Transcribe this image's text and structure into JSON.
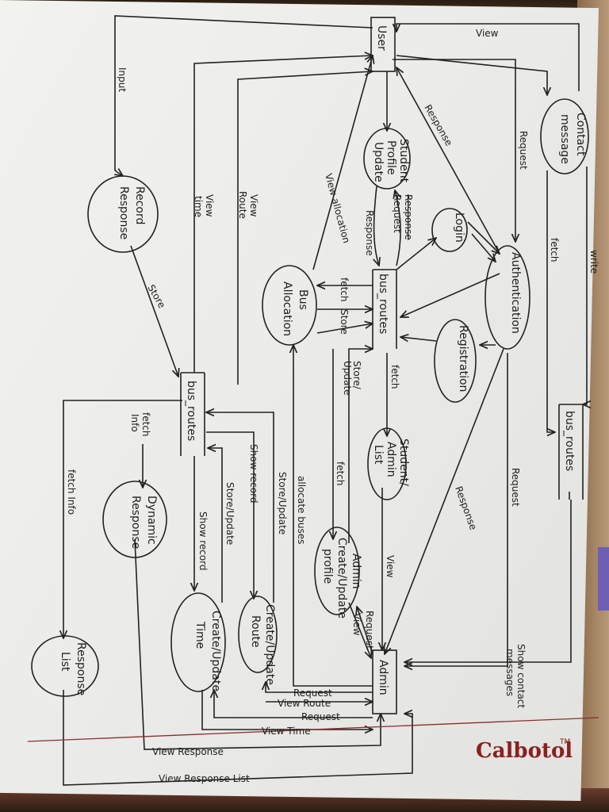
{
  "nodes": {
    "user": "User",
    "contact_message": [
      "Contact",
      "message"
    ],
    "student_profile_update": [
      "Student",
      "Profile",
      "Update"
    ],
    "login": "Login",
    "authentication": "Authentication",
    "record_response": [
      "Record",
      "Response"
    ],
    "bus_allocation": [
      "Bus",
      "Allocation"
    ],
    "bus_routes_center": "bus_routes",
    "registration": "Registration",
    "bus_routes_right": "bus_routes",
    "bus_routes_left": "bus_routes",
    "student_admin_list": [
      "Student/",
      "Admin",
      "List"
    ],
    "admin_create_update_profile": [
      "Admin",
      "Create/Update",
      "profile"
    ],
    "dynamic_response": [
      "Dynamic",
      "Response"
    ],
    "create_update_route": [
      "Create/Update",
      "Route"
    ],
    "create_update_time": [
      "Create/Update",
      "Time"
    ],
    "response_list": [
      "Response",
      "List"
    ],
    "admin": "Admin"
  },
  "edges": {
    "view_top": "View",
    "write": "write",
    "fetch_contact": "fetch",
    "request_user_auth": "Request",
    "response_user_auth": "Response",
    "input": "Input",
    "view_time": [
      "View",
      "time"
    ],
    "view_route": [
      "View",
      "Route"
    ],
    "view_allocation": "View allocation",
    "sp_request": "Request",
    "sp_response": "Response",
    "sp_response_struck": "Response",
    "fetch_alloc": "fetch",
    "store_alloc": "Store",
    "store_record": "Store",
    "store_update_center": [
      "Store/",
      "Update"
    ],
    "fetch_center": "fetch",
    "fetch_info": [
      "fetch",
      "Info"
    ],
    "fetch_left": "fetch",
    "show_record_top": "Show record",
    "store_update_route": "Store/Update",
    "allocate_buses": "allocate buses",
    "store_update_time": "Store/Update",
    "show_record_time": "Show record",
    "request_auth_admin": "Request",
    "response_auth_admin": "Response",
    "view_admin_list": "View",
    "request_profile": "Request",
    "view_profile": "View",
    "show_contact_messages": [
      "Show contact",
      "messages"
    ],
    "request_route": "Request",
    "view_route_admin": "View Route",
    "request_time": "Request",
    "view_time_admin": "View Time",
    "view_response": "View Response",
    "view_response_list": "View Response List",
    "fetch_info_long": "fetch Info"
  },
  "brand": {
    "name": "Calbotol",
    "tm": "TM",
    "color": "#8a2020"
  }
}
